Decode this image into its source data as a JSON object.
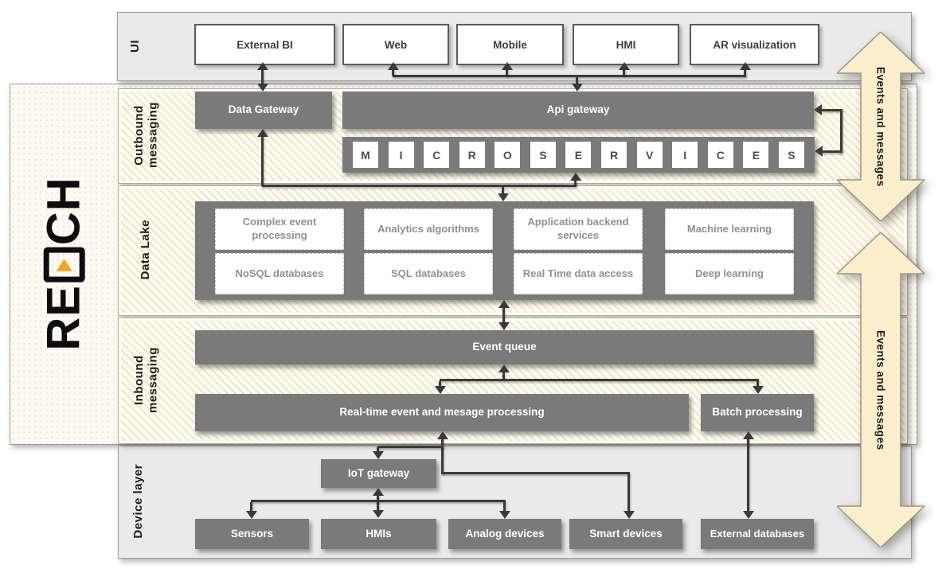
{
  "logo": {
    "name": "REACH",
    "pre": "RE",
    "post": "CH"
  },
  "side_arrow_label": "Events and messages",
  "colors": {
    "box_dark": "#7a7a7a",
    "accent_orange": "#f6a41c",
    "hatch_stripe": "#f2e5bf",
    "band_bg": "#eaeaea",
    "arrow_fill": "#faeecb",
    "arrow_stroke": "#99957e",
    "connector": "#3a3a3a"
  },
  "layers": {
    "ui": {
      "label": "UI",
      "boxes": [
        "External BI",
        "Web",
        "Mobile",
        "HMI",
        "AR visualization"
      ]
    },
    "outbound": {
      "label": "Outbound messaging",
      "data_gateway": "Data Gateway",
      "api_gateway": "Api gateway",
      "microservices": [
        "M",
        "I",
        "C",
        "R",
        "O",
        "S",
        "E",
        "R",
        "V",
        "I",
        "C",
        "E",
        "S"
      ]
    },
    "data_lake": {
      "label": "Data Lake",
      "row1": [
        "Complex event processing",
        "Analytics algorithms",
        "Application backend services",
        "Machine learning"
      ],
      "row2": [
        "NoSQL databases",
        "SQL databases",
        "Real Time data access",
        "Deep learning"
      ]
    },
    "inbound": {
      "label": "Inbound messaging",
      "event_queue": "Event queue",
      "realtime_processing": "Real-time event and mesage processing",
      "batch_processing": "Batch processing"
    },
    "device": {
      "label": "Device layer",
      "iot_gateway": "IoT gateway",
      "devices": [
        "Sensors",
        "HMIs",
        "Analog devices",
        "Smart devices",
        "External databases"
      ]
    }
  }
}
